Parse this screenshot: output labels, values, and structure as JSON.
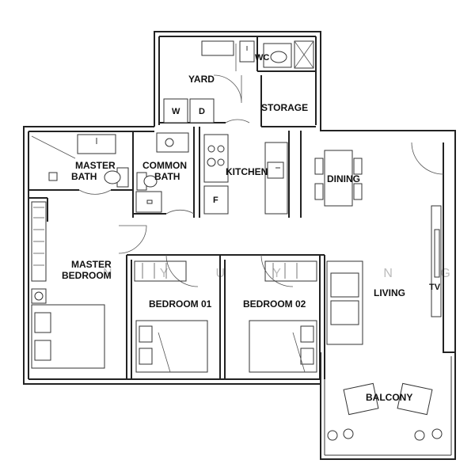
{
  "rooms": {
    "yard": "YARD",
    "wc": "WC",
    "storage": "STORAGE",
    "master_bath_line1": "MASTER",
    "master_bath_line2": "BATH",
    "common_bath_line1": "COMMON",
    "common_bath_line2": "BATH",
    "kitchen": "KITCHEN",
    "dining": "DINING",
    "master_bedroom_line1": "MASTER",
    "master_bedroom_line2": "BEDROOM",
    "bedroom01": "BEDROOM 01",
    "bedroom02": "BEDROOM 02",
    "living": "LIVING",
    "tv": "TV",
    "balcony": "BALCONY"
  },
  "appliances": {
    "washer": "W",
    "dryer": "D",
    "fridge": "F"
  },
  "watermark": "N Y U Y A N G"
}
